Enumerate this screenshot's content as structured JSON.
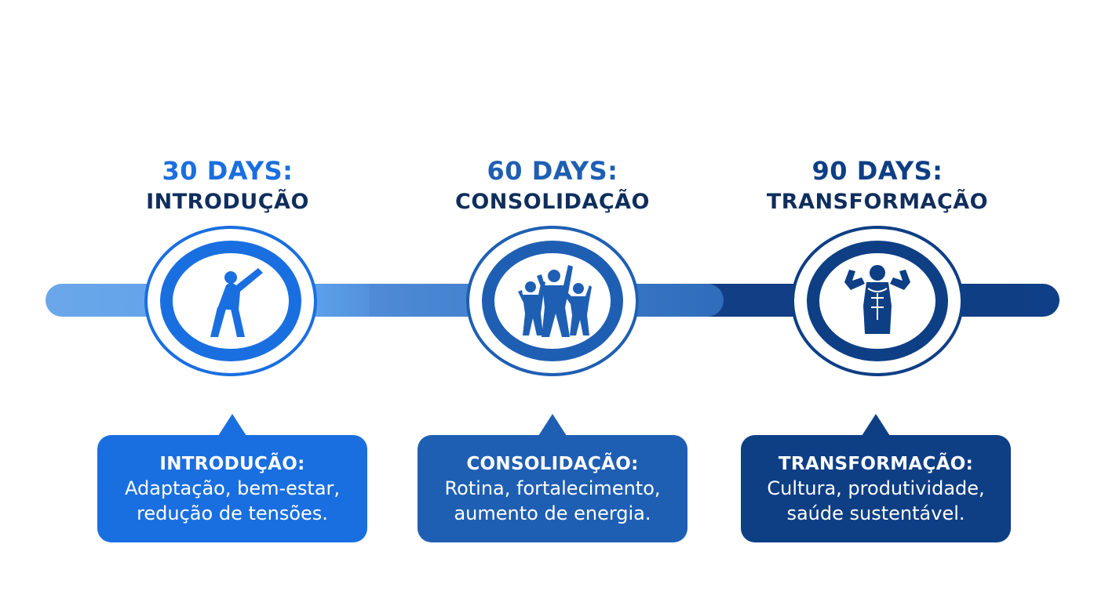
{
  "colors": {
    "phase1": "#1a6fe0",
    "phase2": "#1f5fb3",
    "phase3": "#0e3f85",
    "heading_dark": "#0f2e5c",
    "track_light": "#6aa7ea",
    "track_mid": "#3a79c8",
    "track_dark": "#103d82"
  },
  "stages": [
    {
      "days": "30 DAYS:",
      "phase": "INTRODUÇÃO",
      "icon": "stretching-person-icon",
      "card_title": "INTRODUÇÃO:",
      "card_line1": "Adaptação, bem-estar,",
      "card_line2": "redução de tensões."
    },
    {
      "days": "60 DAYS:",
      "phase": "CONSOLIDAÇÃO",
      "icon": "group-exercise-icon",
      "card_title": "CONSOLIDAÇÃO:",
      "card_line1": "Rotina, fortalecimento,",
      "card_line2": "aumento de energia."
    },
    {
      "days": "90 DAYS:",
      "phase": "TRANSFORMAÇÃO",
      "icon": "muscular-person-icon",
      "card_title": "TRANSFORMAÇÃO:",
      "card_line1": "Cultura, produtividade,",
      "card_line2": "saúde sustentável."
    }
  ]
}
